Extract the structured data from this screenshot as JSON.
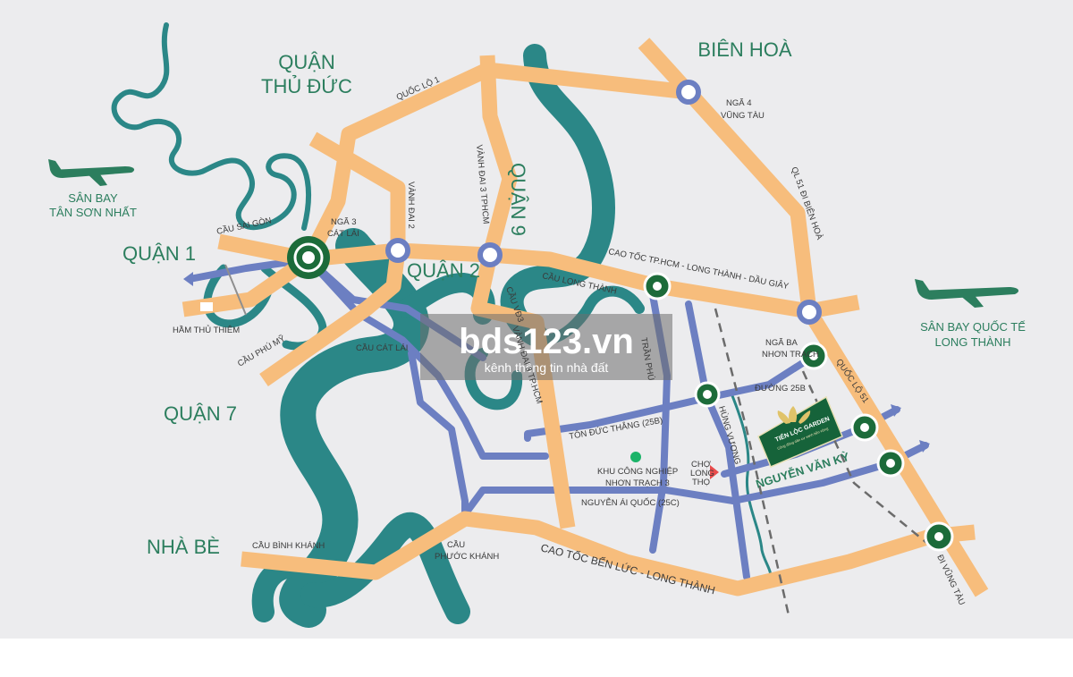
{
  "map": {
    "districts": {
      "thu_duc_1": "QUẬN",
      "thu_duc_2": "THỦ ĐỨC",
      "bien_hoa": "BIÊN HOÀ",
      "quan1": "QUẬN 1",
      "quan2": "QUẬN 2",
      "quan9": "QUẬN 9",
      "quan7": "QUẬN 7",
      "nha_be": "NHÀ BÈ"
    },
    "airports": {
      "tsn_1": "SÂN BAY",
      "tsn_2": "TÂN SƠN NHẤT",
      "lt_1": "SÂN BAY QUỐC TẾ",
      "lt_2": "LONG THÀNH"
    },
    "roads": {
      "ql1": "QUỐC LỘ 1",
      "vd3_north": "VÀNH ĐAI 3 TPHCM",
      "vd2": "VÀNH ĐAI 2",
      "cau_sai_gon": "CẦU SÀI GÒN",
      "nga3_cat_lai_1": "NGÃ 3",
      "nga3_cat_lai_2": "CÁT LÁI",
      "ham_thu_thiem": "HẦM THỦ THIÊM",
      "cau_phu_my": "CẦU PHÚ MỸ",
      "cau_cat_lai": "CẦU CÁT LÁI",
      "cau_long_thanh": "CẦU LONG THÀNH",
      "cau_vd3": "CẦU VĐ3",
      "vd3_south": "VÀNH ĐAI 3 TP.HCM",
      "tran_phu": "TRẦN PHÚ",
      "hung_vuong": "HÙNG VƯƠNG",
      "cao_toc_hcm_lt_dg": "CAO TỐC TP.HCM - LONG THÀNH - DẦU GIÂY",
      "nga4_vt_1": "NGÃ 4",
      "nga4_vt_2": "VŨNG TÀU",
      "ql51_bien_hoa": "QL 51 ĐI BIÊN HOÀ",
      "nga_ba_nt_1": "NGÃ BA",
      "nga_ba_nt_2": "NHƠN TRẠCH",
      "ql51": "QUỐC LỘ 51",
      "duong_25b": "ĐƯỜNG 25B",
      "ton_duc_thang": "TÔN ĐỨC THẮNG (25B)",
      "kcn_1": "KHU CÔNG NGHIỆP",
      "kcn_2": "NHƠN TRẠCH 3",
      "cho_1": "CHỢ",
      "cho_2": "LONG",
      "cho_3": "THỌ",
      "nguyen_ai_quoc": "NGUYỄN ÁI QUỐC (25C)",
      "nguyen_van_ky": "NGUYỄN VĂN KỲ",
      "cau_binh_khanh": "CẦU BÌNH KHÁNH",
      "cau_pk_1": "CẦU",
      "cau_pk_2": "PHƯỚC KHÁNH",
      "cao_toc_bl_lt": "CAO TỐC BẾN LỨC - LONG THÀNH",
      "di_vung_tau": "ĐI VŨNG TÀU"
    },
    "project": {
      "name": "TIẾN LỘC GARDEN",
      "tagline": "Công đồng dân cư xanh bền vững"
    },
    "watermark": {
      "brand": "bds123.vn",
      "tagline": "kênh thông tin nhà đất"
    },
    "colors": {
      "background": "#ececee",
      "river": "#2b8787",
      "major_road": "#f7bd7c",
      "local_road": "#6c7fc2",
      "text": "#2c7e5e",
      "node_green": "#1c6b3a",
      "project_box": "#16633a",
      "industrial_dot": "#1bb368",
      "market_marker": "#e84b4b"
    },
    "icons": [
      "airplane-icon",
      "interchange-icon",
      "roundabout-icon",
      "project-logo-icon"
    ]
  }
}
